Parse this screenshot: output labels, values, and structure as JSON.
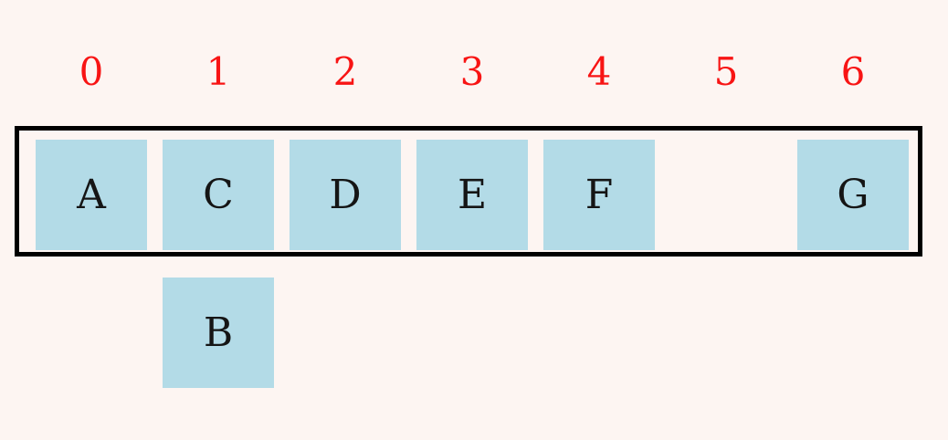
{
  "colors": {
    "background": "#fdf5f2",
    "box_fill": "#b3dbe7",
    "border_color": "#000000",
    "index_color": "#f81414",
    "letter_color": "#151515"
  },
  "index_labels": [
    "0",
    "1",
    "2",
    "3",
    "4",
    "5",
    "6"
  ],
  "slots": [
    {
      "index": "0",
      "value": "A"
    },
    {
      "index": "1",
      "value": "C"
    },
    {
      "index": "2",
      "value": "D"
    },
    {
      "index": "3",
      "value": "E"
    },
    {
      "index": "4",
      "value": "F"
    },
    {
      "index": "5",
      "value": ""
    },
    {
      "index": "6",
      "value": "G"
    }
  ],
  "detached": {
    "value": "B",
    "below_column": "1"
  }
}
